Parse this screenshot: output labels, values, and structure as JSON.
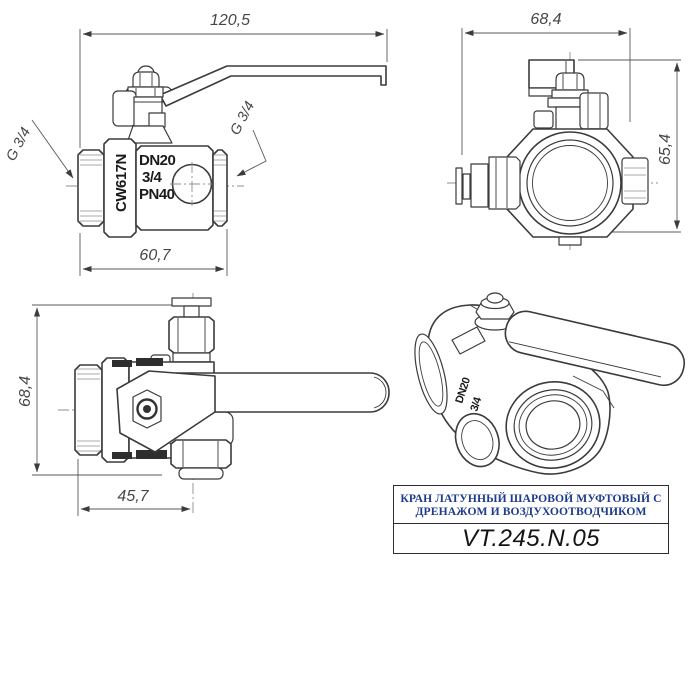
{
  "meta": {
    "background": "#ffffff",
    "line_color": "#3b3b3b",
    "dim_text_color": "#474747",
    "title_blue": "#1d3c8e"
  },
  "views": {
    "front": {
      "dim_total_length": "120,5",
      "dim_body_length": "60,7",
      "thread_left": "G 3/4",
      "thread_right": "G 3/4",
      "marking_alloy": "CW617N",
      "marking_dn": "DN20",
      "marking_size": "3/4",
      "marking_pn": "PN40"
    },
    "end": {
      "dim_width": "68,4",
      "dim_height": "65,4"
    },
    "top": {
      "dim_height": "68,4",
      "dim_drain_offset": "45,7"
    },
    "iso": {
      "marking_dn": "DN20",
      "marking_size": "3/4"
    }
  },
  "title_block": {
    "line1": "КРАН ЛАТУННЫЙ ШАРОВОЙ МУФТОВЫЙ С",
    "line2": "ДРЕНАЖОМ И ВОЗДУХООТВОДЧИКОМ",
    "code": "VT.245.N.05"
  }
}
